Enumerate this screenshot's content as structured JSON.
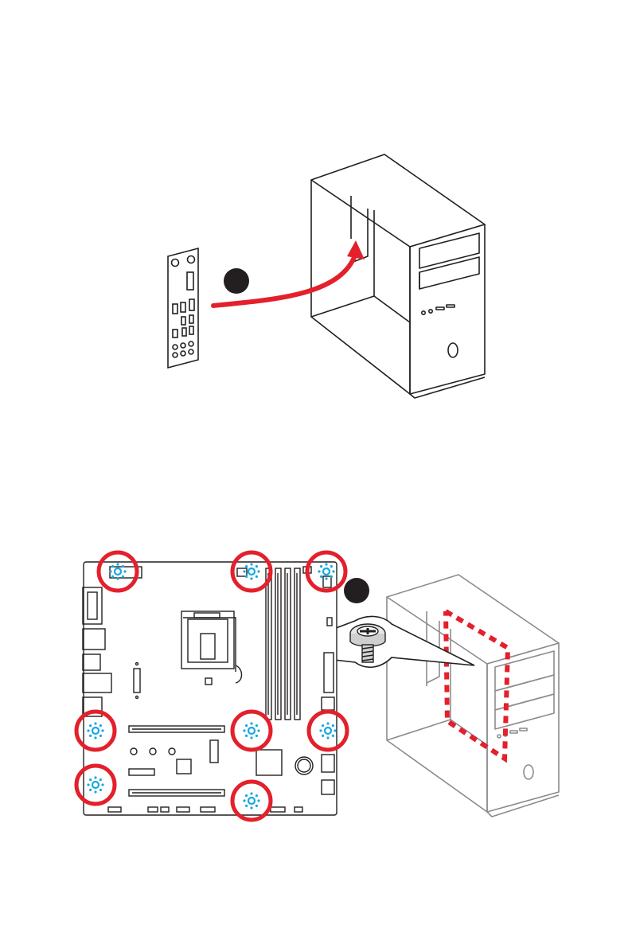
{
  "page": {
    "background": "#ffffff",
    "accent_red": "#e3202b",
    "mount_blue": "#19a8e0",
    "line": "#231f20",
    "case_gray": "#8c8c8c"
  },
  "step1": {
    "marker": "dark-filled-circle",
    "arrow_color": "#e3202b",
    "objects": [
      "io-shield-plate",
      "pc-case-open"
    ]
  },
  "step2": {
    "marker": "dark-filled-circle",
    "mount_markers": "red-circle-with-blue-standoff",
    "callout": "screw-icon",
    "objects": [
      "motherboard",
      "pc-case-outline",
      "red-dotted-mount-area"
    ]
  }
}
